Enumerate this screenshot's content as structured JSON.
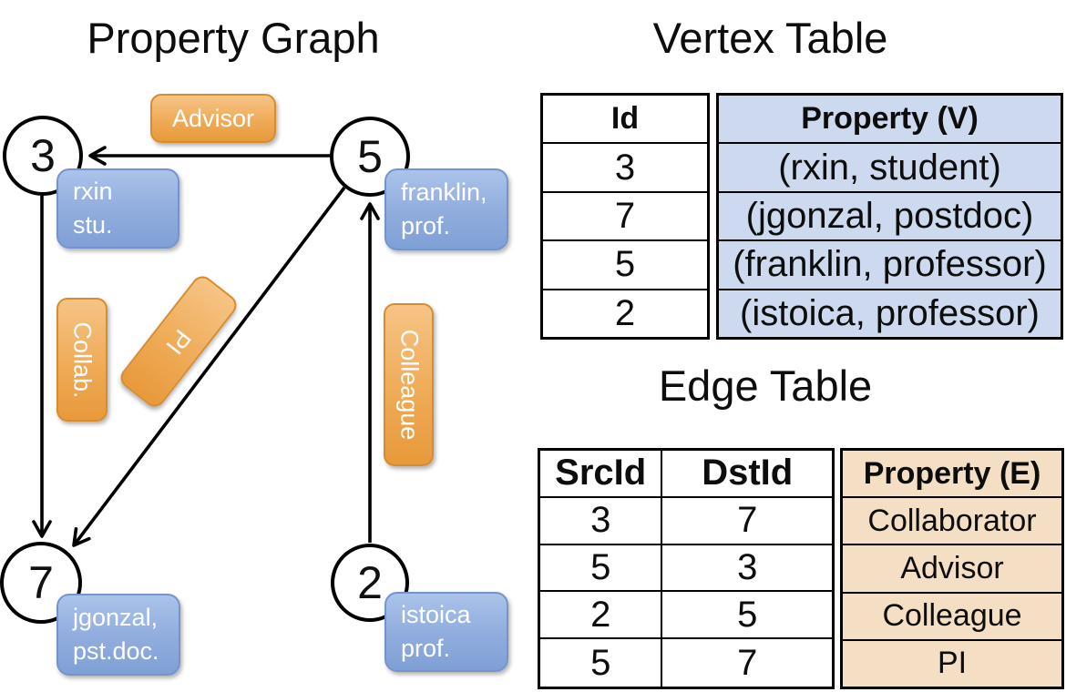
{
  "slide": {
    "graph_title": "Property Graph",
    "vertex_table_title": "Vertex Table",
    "edge_table_title": "Edge Table"
  },
  "graph": {
    "nodes": [
      {
        "id": "3",
        "lines": [
          "rxin",
          "stu."
        ]
      },
      {
        "id": "5",
        "lines": [
          "franklin,",
          "prof."
        ]
      },
      {
        "id": "7",
        "lines": [
          "jgonzal,",
          "pst.doc."
        ]
      },
      {
        "id": "2",
        "lines": [
          "istoica",
          "prof."
        ]
      }
    ],
    "edges": [
      {
        "label": "Advisor",
        "src": "5",
        "dst": "3"
      },
      {
        "label": "Collab.",
        "src": "3",
        "dst": "7"
      },
      {
        "label": "PI",
        "src": "5",
        "dst": "7"
      },
      {
        "label": "Colleague",
        "src": "2",
        "dst": "5"
      }
    ]
  },
  "vertex_table": {
    "columns": {
      "id": "Id",
      "property": "Property (V)"
    },
    "rows": [
      {
        "id": "3",
        "property": "(rxin, student)"
      },
      {
        "id": "7",
        "property": "(jgonzal, postdoc)"
      },
      {
        "id": "5",
        "property": "(franklin, professor)"
      },
      {
        "id": "2",
        "property": "(istoica, professor)"
      }
    ]
  },
  "edge_table": {
    "columns": {
      "src": "SrcId",
      "dst": "DstId",
      "property": "Property (E)"
    },
    "rows": [
      {
        "src": "3",
        "dst": "7",
        "property": "Collaborator"
      },
      {
        "src": "5",
        "dst": "3",
        "property": "Advisor"
      },
      {
        "src": "2",
        "dst": "5",
        "property": "Colleague"
      },
      {
        "src": "5",
        "dst": "7",
        "property": "PI"
      }
    ]
  },
  "colors": {
    "edge_box_gradient_top": "#f6c486",
    "edge_box_gradient_bottom": "#e8993b",
    "edge_box_border": "#d78d2e",
    "node_box_gradient_top": "#aac3ea",
    "node_box_gradient_bottom": "#7fa0d6",
    "node_box_border": "#7694cc",
    "vertex_table_fill": "#cdd9ee",
    "edge_table_fill": "#f5dfc4",
    "box_text": "#ffffff",
    "line_color": "#000000"
  }
}
